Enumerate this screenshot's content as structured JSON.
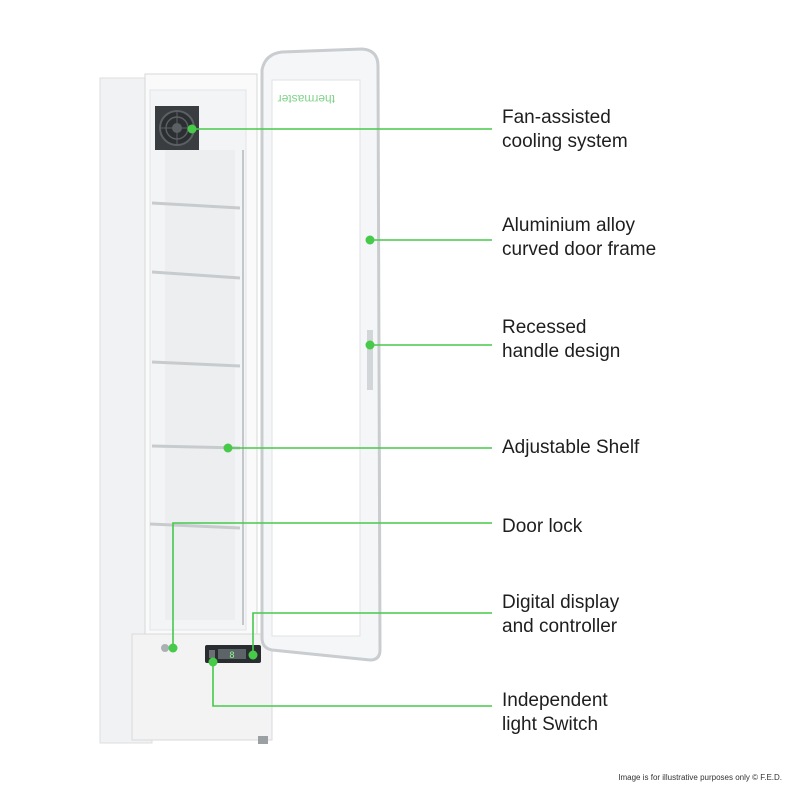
{
  "brand": {
    "logo_text": "thermaster"
  },
  "display": {
    "readout": "8"
  },
  "features": [
    {
      "id": "fan",
      "label": "Fan-assisted\ncooling system"
    },
    {
      "id": "frame",
      "label": "Aluminium alloy\ncurved door frame"
    },
    {
      "id": "handle",
      "label": "Recessed\nhandle design"
    },
    {
      "id": "shelf",
      "label": "Adjustable Shelf"
    },
    {
      "id": "lock",
      "label": "Door lock"
    },
    {
      "id": "display",
      "label": "Digital display\nand controller"
    },
    {
      "id": "switch",
      "label": "Independent\nlight Switch"
    }
  ],
  "footnote": "Image is for illustrative purposes only  © F.E.D.",
  "colors": {
    "accent": "#47c94a",
    "text": "#1e1e1e"
  }
}
